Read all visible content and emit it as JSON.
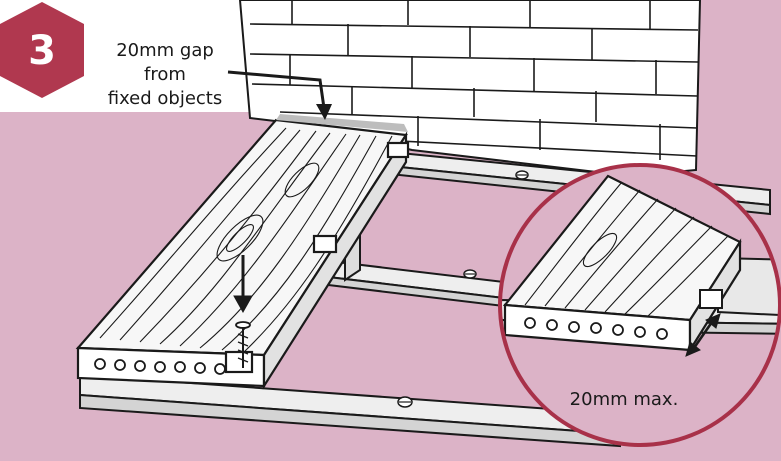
{
  "step": {
    "number": "3"
  },
  "callouts": {
    "gap_line1": "20mm gap",
    "gap_line2": "from",
    "gap_line3": "fixed objects",
    "max_gap": "20mm max."
  },
  "colors": {
    "ground": "#dcb3c7",
    "badge": "#b0384f",
    "ring": "#a83149",
    "outline": "#1a1a1a",
    "board": "#f7f7f7",
    "joist": "#eeeeee",
    "wall": "#ffffff"
  }
}
